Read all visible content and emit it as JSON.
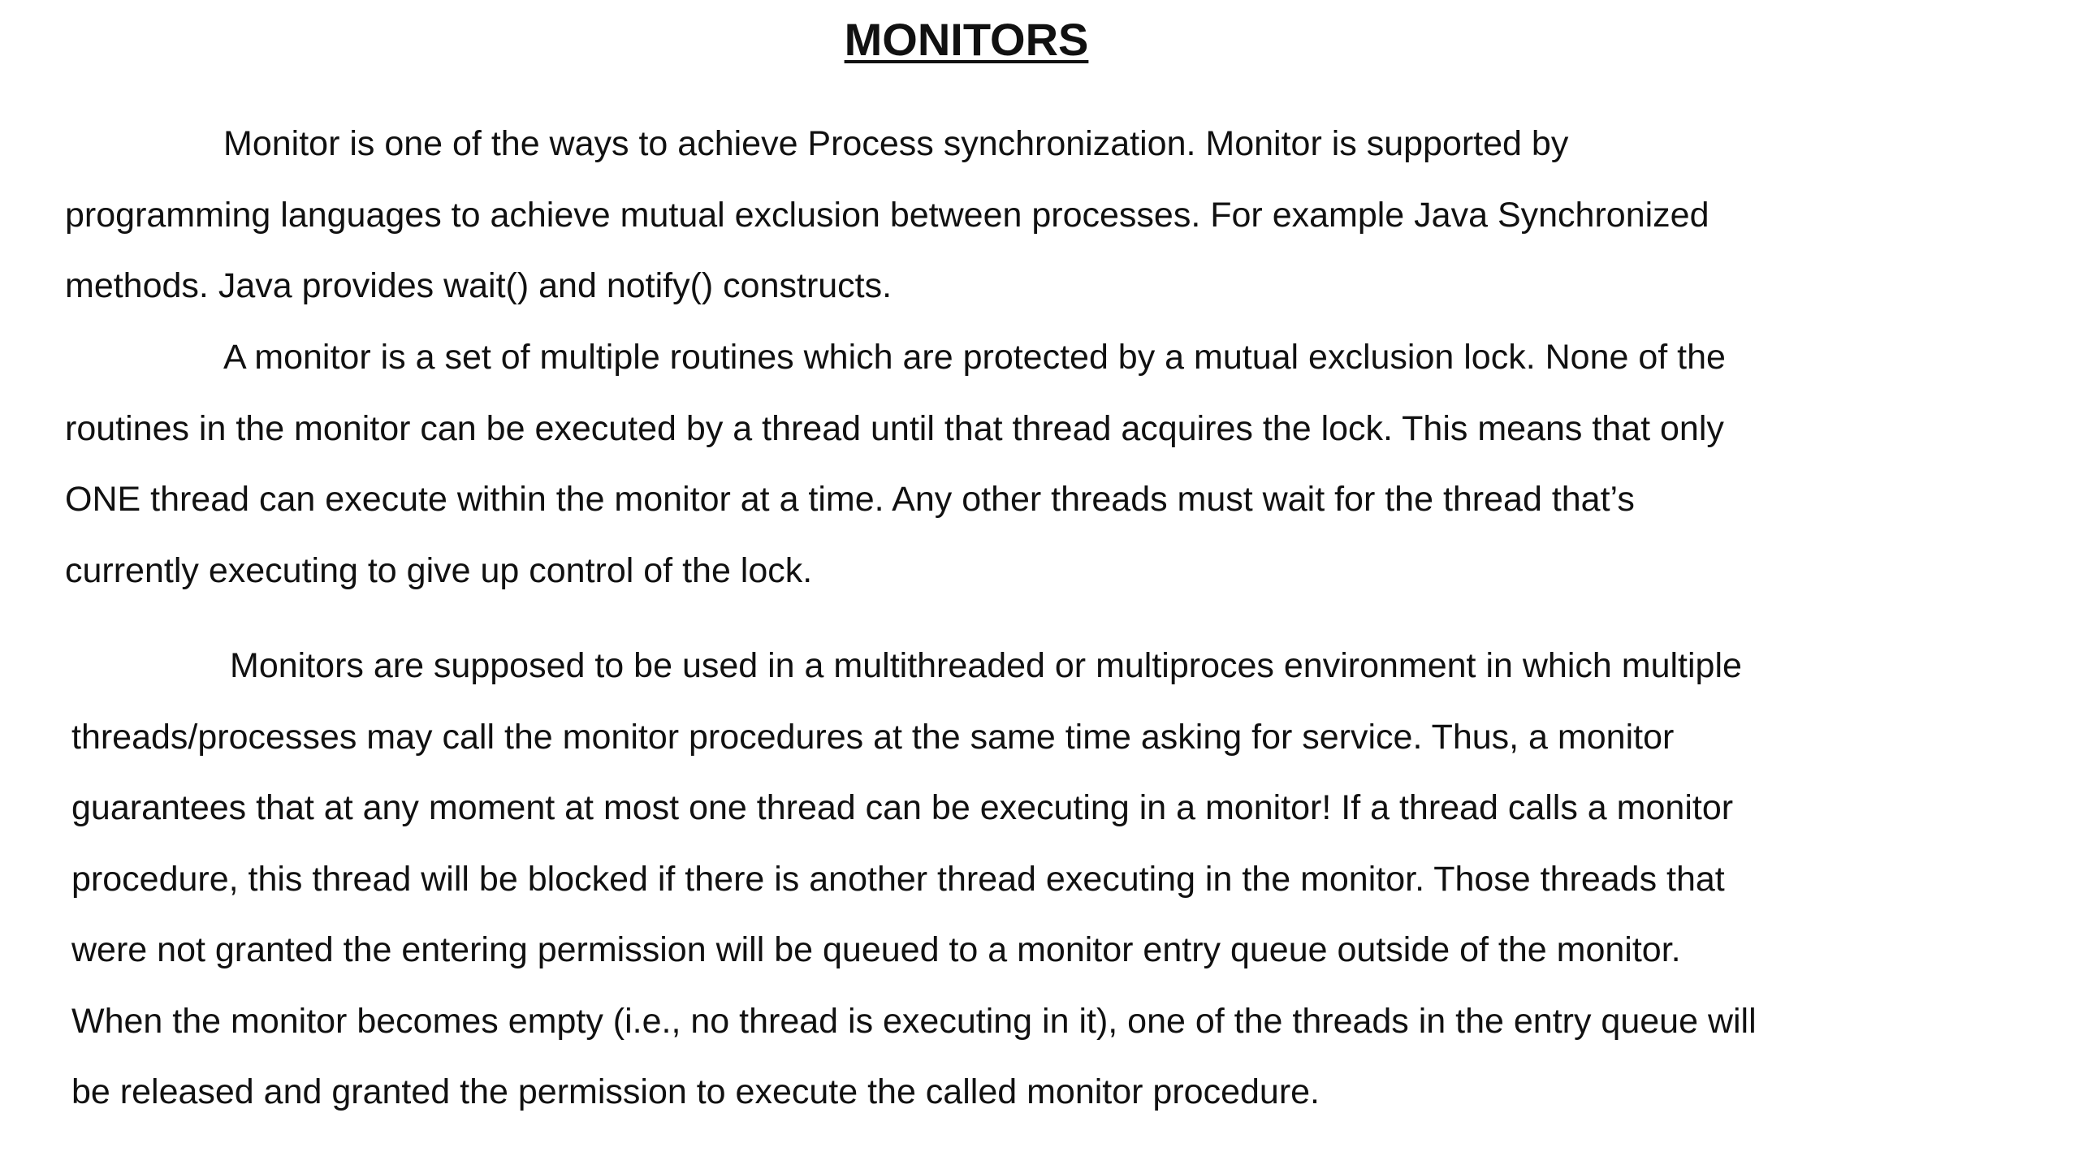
{
  "document": {
    "title": "MONITORS",
    "paragraphs": [
      {
        "lines": [
          "Monitor is one of the ways to achieve Process synchronization. Monitor is supported by",
          "programming languages to achieve mutual exclusion between processes. For example Java Synchronized",
          "methods. Java provides wait() and notify() constructs."
        ]
      },
      {
        "lines": [
          "A monitor is a set of multiple routines which are protected by a mutual exclusion lock. None of the",
          "routines in the monitor can be executed by a thread until that thread acquires the lock. This means that only",
          "ONE thread can execute within the monitor at a time. Any other threads must wait for the thread that’s",
          "currently executing to give up control of the lock."
        ]
      },
      {
        "lines": [
          "Monitors are supposed to be used in a multithreaded or multiproces environment in which multiple",
          "threads/processes may call the monitor procedures at the same time asking for service. Thus, a monitor",
          "guarantees that at any moment at most one thread can be executing in a monitor! If a thread calls a monitor",
          "procedure, this thread will be blocked if there is another thread executing in the monitor. Those threads that",
          "were not granted the entering permission will be queued to a monitor entry queue outside of the monitor.",
          "When the monitor becomes empty (i.e., no thread is executing in it), one of the threads in the entry queue will",
          "be released and granted the permission to execute the called monitor procedure."
        ]
      }
    ]
  }
}
